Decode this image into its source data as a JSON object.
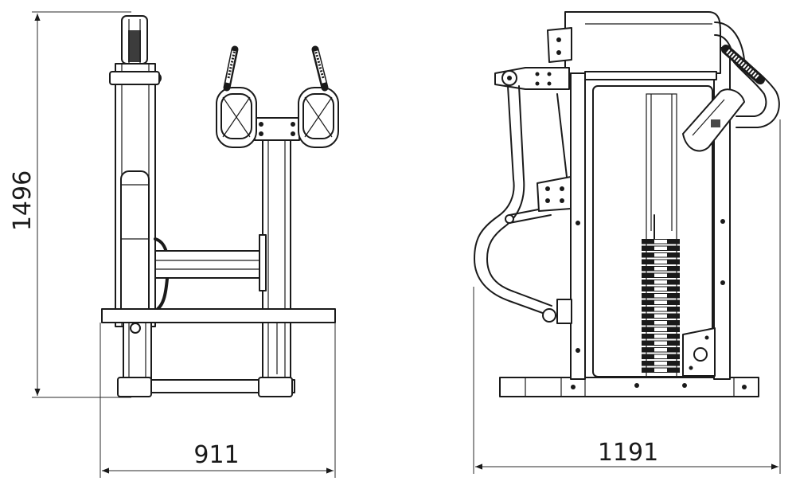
{
  "dimensions": {
    "height": "1496",
    "width_front": "911",
    "width_side": "1191"
  },
  "icons": {
    "arrow": "arrowhead-icon"
  }
}
